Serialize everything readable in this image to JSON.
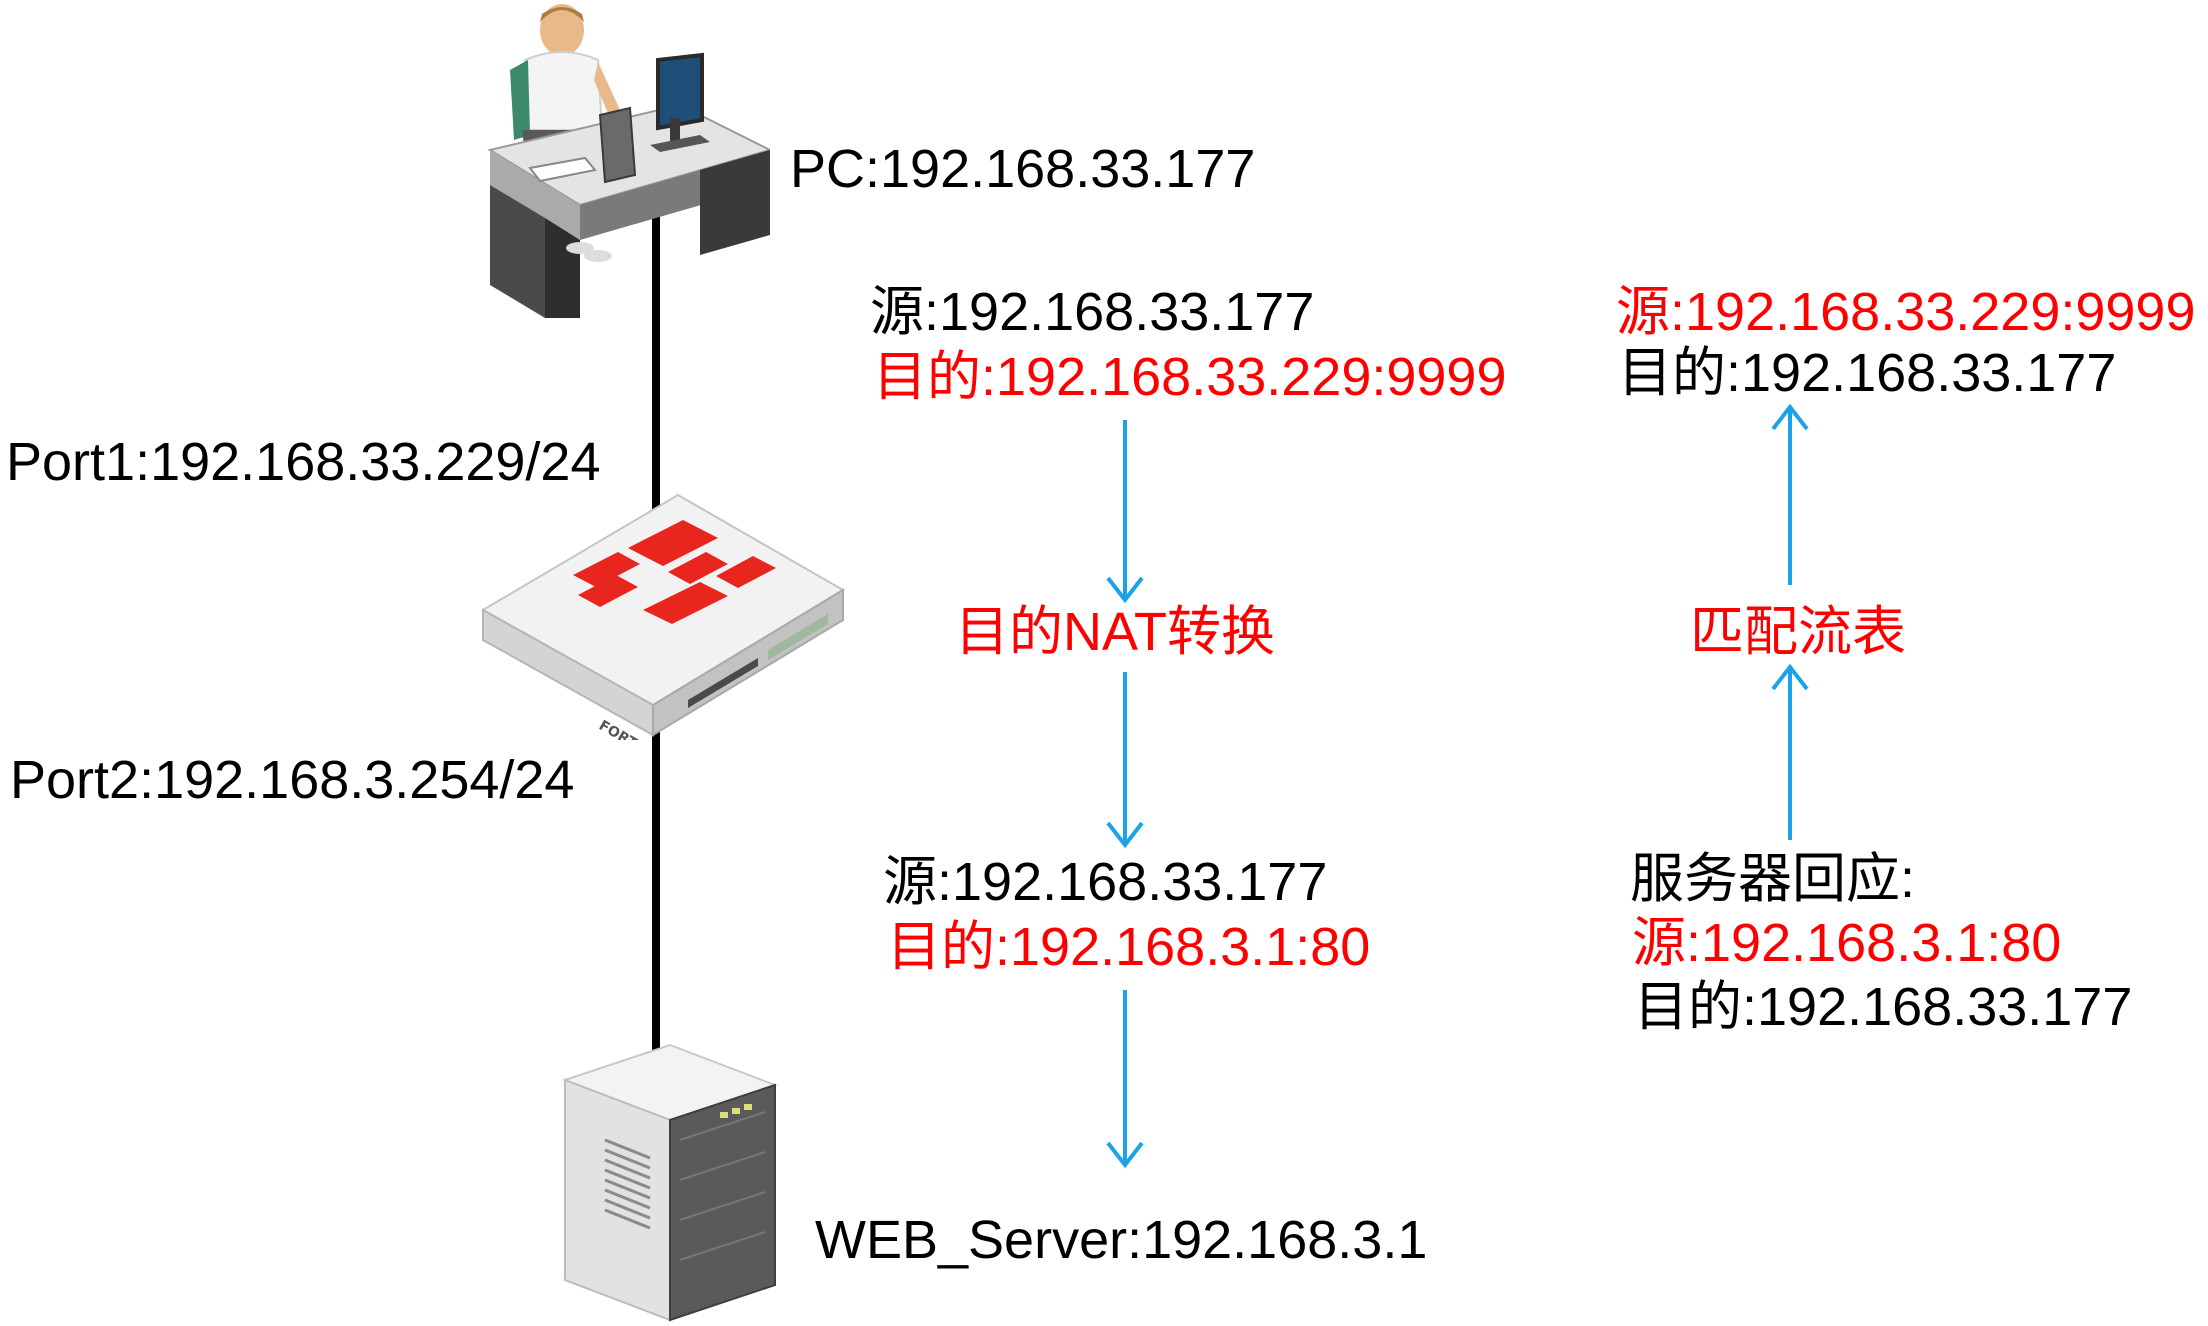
{
  "devices": {
    "pc_label": "PC:192.168.33.177",
    "port1_label": "Port1:192.168.33.229/24",
    "port2_label": "Port2:192.168.3.254/24",
    "server_label": "WEB_Server:192.168.3.1",
    "firewall_logo_text": "FORTINET"
  },
  "request_flow": {
    "before": {
      "src": "源:192.168.33.177",
      "dst": "目的:192.168.33.229:9999"
    },
    "step": "目的NAT转换",
    "after": {
      "src": "源:192.168.33.177",
      "dst": "目的:192.168.3.1:80"
    }
  },
  "reply_flow": {
    "result": {
      "src": "源:192.168.33.229:9999",
      "dst": "目的:192.168.33.177"
    },
    "step": "匹配流表",
    "reply": {
      "title": "服务器回应:",
      "src": "源:192.168.3.1:80",
      "dst": "目的:192.168.33.177"
    }
  },
  "colors": {
    "highlight": "#ff0000",
    "arrow": "#1aa3e8",
    "link": "#000000",
    "firewall_red": "#e8261e"
  }
}
